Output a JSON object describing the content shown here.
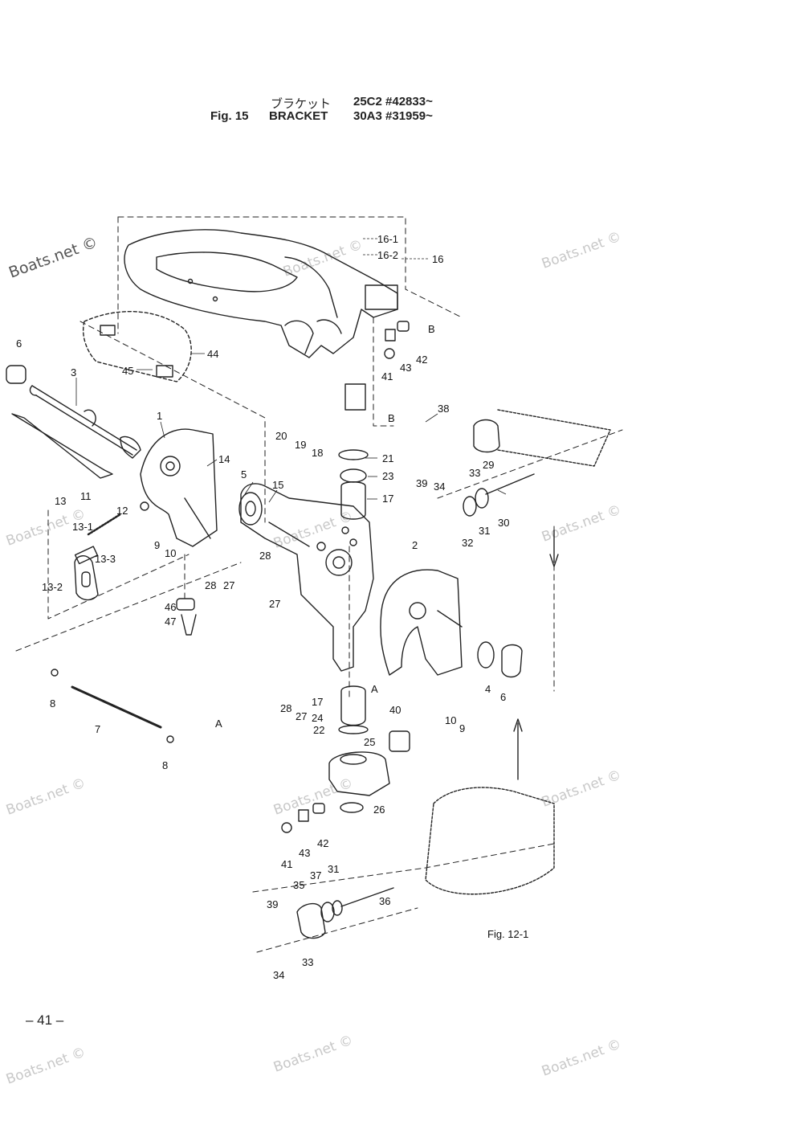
{
  "header": {
    "line1_jp": "ブラケット",
    "line1_code": "25C2 #42833~",
    "fig_label": "Fig. 15",
    "title": "BRACKET",
    "line2_code": "30A3 #31959~"
  },
  "page_number": "– 41 –",
  "watermark": "Boats.net ©",
  "ref_label": "Fig. 12-1",
  "callouts": [
    "16-1",
    "16-2",
    "16",
    "B",
    "43",
    "42",
    "41",
    "44",
    "45",
    "6",
    "3",
    "1",
    "14",
    "5",
    "15",
    "20",
    "19",
    "18",
    "21",
    "23",
    "17",
    "38",
    "B",
    "29",
    "33",
    "39",
    "34",
    "30",
    "31",
    "32",
    "11",
    "12",
    "13",
    "13-1",
    "13-3",
    "13-2",
    "9",
    "10",
    "28",
    "27",
    "28",
    "27",
    "46",
    "47",
    "2",
    "A",
    "4",
    "6",
    "8",
    "7",
    "A",
    "8",
    "17",
    "24",
    "22",
    "28",
    "27",
    "40",
    "25",
    "26",
    "10",
    "9",
    "43",
    "42",
    "41",
    "37",
    "31",
    "35",
    "39",
    "36",
    "33",
    "34"
  ]
}
